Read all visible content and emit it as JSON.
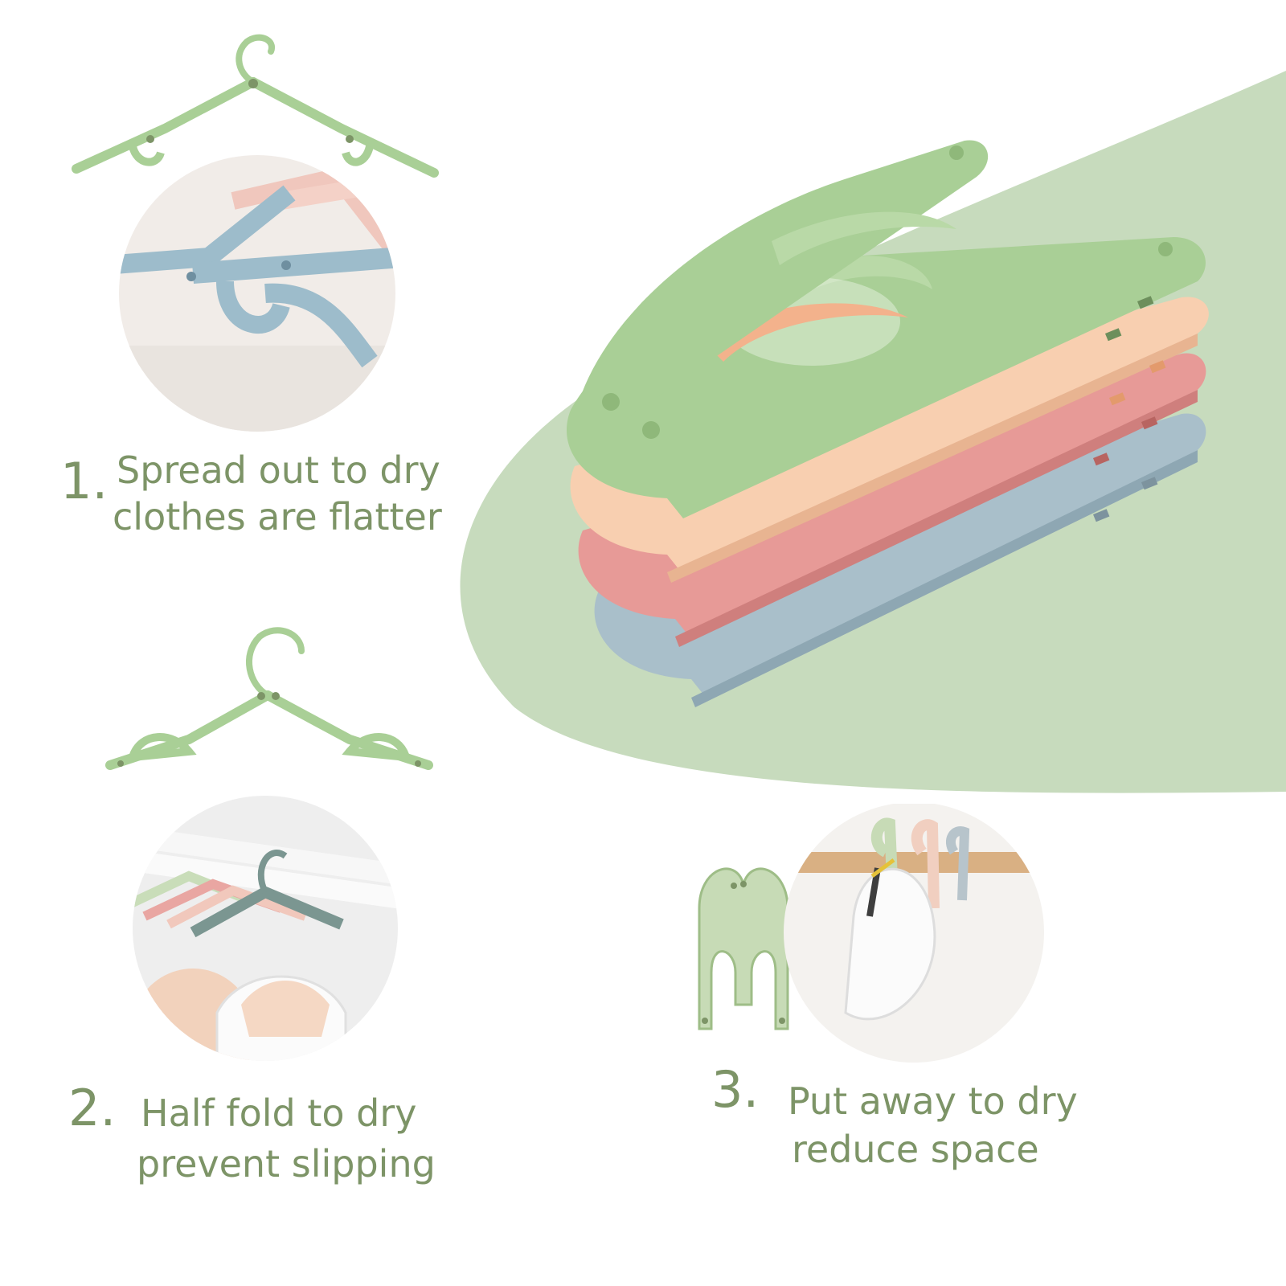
{
  "colors": {
    "accent_green": "#7d9467",
    "blob_green": "#c7dbbd",
    "hanger_green": "#a9cf96",
    "hanger_peach": "#f8cfb0",
    "hanger_pink": "#e79a97",
    "hanger_blue": "#a9bfca"
  },
  "steps": [
    {
      "number": "1.",
      "line1": "Spread out to dry",
      "line2": "clothes are flatter",
      "icon": "spread-hanger-icon"
    },
    {
      "number": "2.",
      "line1": "Half fold to dry",
      "line2": "prevent slipping",
      "icon": "half-fold-hanger-icon"
    },
    {
      "number": "3.",
      "line1": "Put away to dry",
      "line2": "reduce space",
      "icon": "folded-hanger-icon"
    }
  ],
  "product": {
    "colors_shown": [
      "green",
      "peach",
      "pink",
      "blue"
    ]
  }
}
